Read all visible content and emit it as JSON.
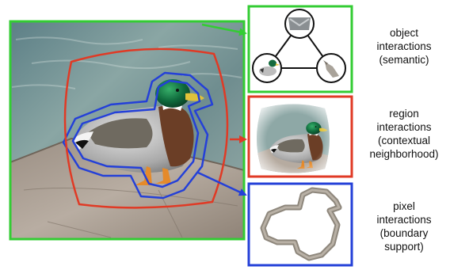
{
  "colors": {
    "object": "#33cc33",
    "region": "#e03a25",
    "pixel": "#2440d8",
    "text": "#111111"
  },
  "labels": {
    "object": [
      "object",
      "interactions",
      "(semantic)"
    ],
    "region": [
      "region",
      "interactions",
      "(contextual",
      "neighborhood)"
    ],
    "pixel": [
      "pixel",
      "interactions",
      "(boundary",
      "support)"
    ]
  },
  "icons": {
    "main_photo": "mallard-duck-on-stone-ledge-photo",
    "object_graph": "three-node-object-graph-icon",
    "region_crop": "duck-region-crop-icon",
    "pixel_mask": "duck-boundary-mask-icon"
  }
}
